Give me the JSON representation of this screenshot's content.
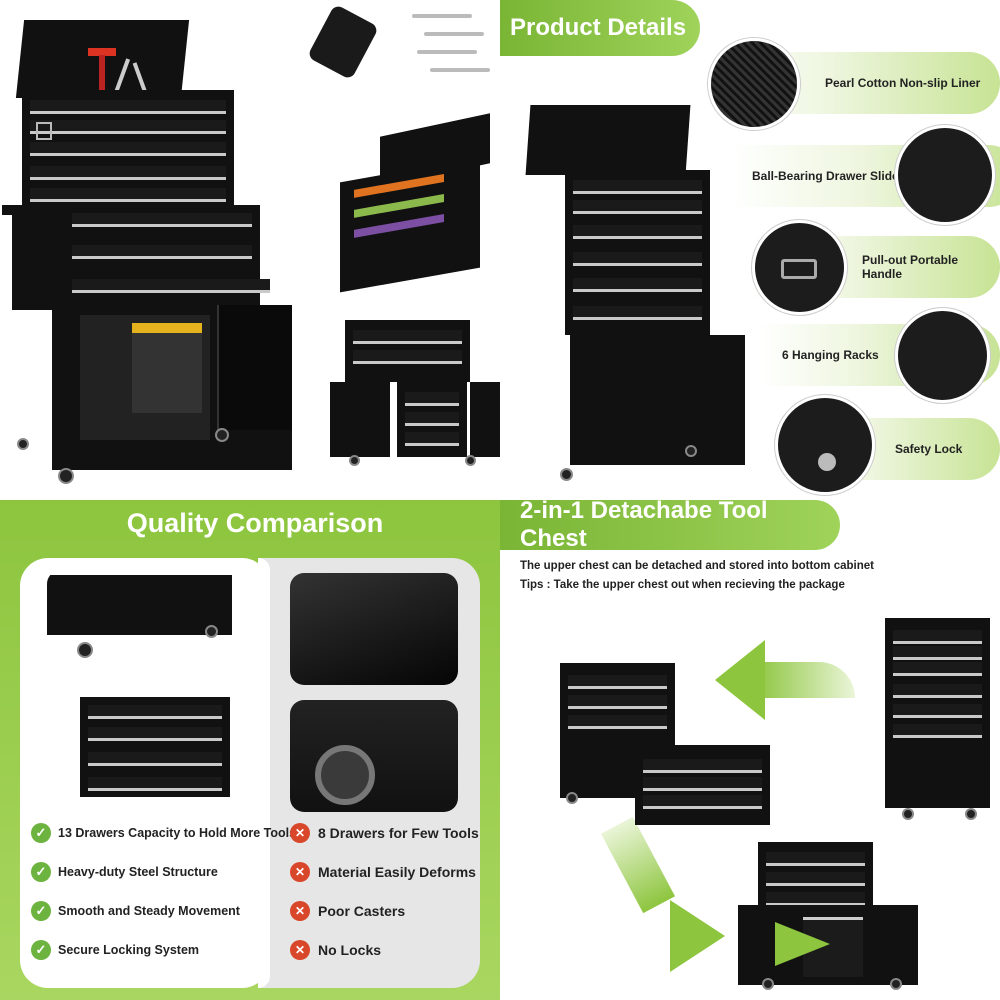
{
  "product_details": {
    "title": "Product Details",
    "features": [
      {
        "label": "Pearl Cotton Non-slip Liner",
        "icon": "liner-icon"
      },
      {
        "label": "Ball-Bearing Drawer Slides",
        "icon": "drawer-slides-icon"
      },
      {
        "label": "Pull-out Portable Handle",
        "icon": "handle-icon"
      },
      {
        "label": "6 Hanging Racks",
        "icon": "hanging-rack-icon"
      },
      {
        "label": "Safety Lock",
        "icon": "lock-icon"
      }
    ]
  },
  "comparison": {
    "title": "Quality Comparison",
    "ours": [
      "13 Drawers Capacity to Hold More Tools",
      "Heavy-duty Steel Structure",
      "Smooth and Steady Movement",
      "Secure Locking System"
    ],
    "theirs": [
      "8 Drawers for Few Tools",
      "Material Easily Deforms",
      "Poor Casters",
      "No Locks"
    ]
  },
  "detachable": {
    "title": "2-in-1 Detachabe Tool Chest",
    "line1": "The upper chest can be detached and stored into bottom cabinet",
    "line2": "Tips : Take the upper chest out when recieving the package"
  },
  "colors": {
    "accent_green": "#8dc53e",
    "check_green": "#6db33f",
    "x_red": "#d9472b",
    "chest_black": "#111111"
  }
}
